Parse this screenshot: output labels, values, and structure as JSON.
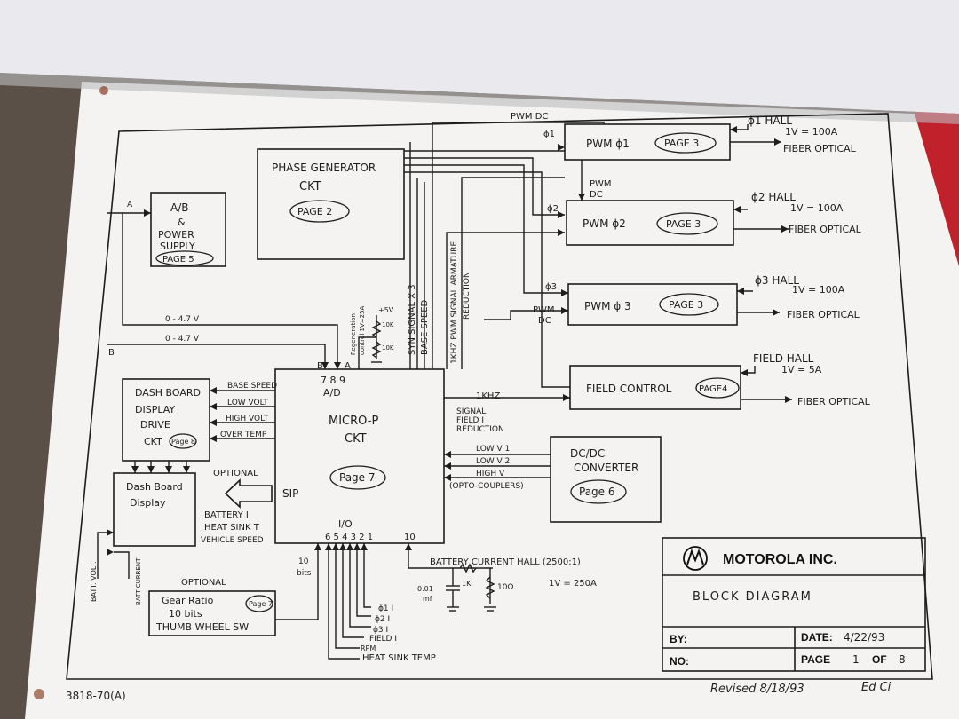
{
  "title_block": {
    "company": "MOTOROLA INC.",
    "title": "BLOCK DIAGRAM",
    "by_label": "BY:",
    "date_label": "DATE:",
    "date_value": "4/22/93",
    "no_label": "NO:",
    "page_label": "PAGE",
    "page_value": "1",
    "of_label": "OF",
    "of_value": "8"
  },
  "form_number": "3818-70(A)",
  "revised": "Revised 8/18/93",
  "initials": "Ed Ci",
  "blocks": {
    "phase_generator": {
      "line1": "PHASE GENERATOR",
      "line2": "CKT",
      "page": "PAGE 2"
    },
    "power_supply": {
      "line1": "A/B",
      "line2": "&",
      "line3": "POWER",
      "line4": "SUPPLY",
      "page": "PAGE 5"
    },
    "pwm1": {
      "label": "PWM ϕ1",
      "page": "PAGE 3"
    },
    "pwm2": {
      "label": "PWM ϕ2",
      "page": "PAGE 3"
    },
    "pwm3": {
      "label": "PWM ϕ 3",
      "page": "PAGE 3"
    },
    "field_control": {
      "label": "FIELD CONTROL",
      "page": "PAGE4"
    },
    "micro": {
      "line1": "MICRO-P",
      "line2": "CKT",
      "page": "Page 7",
      "sip": "SIP",
      "ad": "A/D",
      "io": "I/O",
      "pins": "7 8   9",
      "io_pins": "6 5 4 3 2 1",
      "pin10": "10"
    },
    "dash_drive": {
      "line1": "DASH BOARD",
      "line2": "DISPLAY",
      "line3": "DRIVE",
      "line4": "CKT",
      "page": "Page 8"
    },
    "dash_display": {
      "line1": "Dash Board",
      "line2": "Display"
    },
    "dcdc": {
      "line1": "DC/DC",
      "line2": "CONVERTER",
      "page": "Page 6"
    },
    "gear": {
      "line1": "Gear Ratio",
      "line2": "10 bits",
      "line3": "THUMB WHEEL SW",
      "page": "Page 7"
    }
  },
  "labels": {
    "pwm_dc_top": "PWM DC",
    "phi1": "ϕ1",
    "phi2": "ϕ2",
    "phi3": "ϕ3",
    "pwm_dc_mid": "PWM",
    "pwm_dc_mid2": "DC",
    "pwm_dc_low": "PWM",
    "pwm_dc_low2": "DC",
    "hall1_a": "ϕ1 HALL",
    "hall1_b": "1V = 100A",
    "hall2_a": "ϕ2 HALL",
    "hall2_b": "1V = 100A",
    "hall3_a": "ϕ3 HALL",
    "hall3_b": "1V = 100A",
    "field_hall_a": "FIELD HALL",
    "field_hall_b": "1V = 5A",
    "fiber1": "FIBER OPTICAL",
    "fiber2": "FIBER OPTICAL",
    "fiber3": "FIBER OPTICAL",
    "fiber4": "FIBER OPTICAL",
    "in_a": "A",
    "in_b": "B",
    "v1": "0 - 4.7 V",
    "v2": "0 - 4.7 V",
    "pin_b": "B",
    "pin_a": "A",
    "regen": "Regeneration",
    "regen2": "control 1V=25A",
    "plus5": "+5V",
    "r10k_1": "10K",
    "r10k_2": "10K",
    "syn": "SYN SIGNAL X 3",
    "base_speed_v": "BASE SPEED",
    "pwm_sig": "1KHZ PWM SIGNAL ARMATURE",
    "reduction": "REDUCTION",
    "khz": "1KHZ",
    "sig_field_1": "SIGNAL",
    "sig_field_2": "FIELD I",
    "sig_field_3": "REDUCTION",
    "base_speed": "BASE SPEED",
    "low_volt": "LOW VOLT",
    "high_volt": "HIGH VOLT",
    "over_temp": "OVER TEMP",
    "optional1": "OPTIONAL",
    "battery_i": "BATTERY I",
    "heat_sink_t": "HEAT SINK T",
    "vehicle_speed": "VEHICLE SPEED",
    "low_v1": "LOW V 1",
    "low_v2": "LOW V 2",
    "high_v": "HIGH V",
    "opto": "(OPTO-COUPLERS)",
    "batt_volt": "BATT. VOLT.",
    "batt_current": "BATT CURRENT",
    "optional2": "OPTIONAL",
    "ten_bits_a": "10",
    "ten_bits_b": "bits",
    "batt_current_hall": "BATTERY CURRENT   HALL  (2500:1)",
    "batt_hall_scale": "1V = 250A",
    "cap": "0.01",
    "cap_unit": "mf",
    "r1k": "1K",
    "r10": "10Ω",
    "io_phi1": "ϕ1 I",
    "io_phi2": "ϕ2 I",
    "io_phi3": "ϕ3 I",
    "io_field": "FIELD I",
    "io_rpm": "RPM",
    "io_heat": "HEAT SINK TEMP"
  }
}
